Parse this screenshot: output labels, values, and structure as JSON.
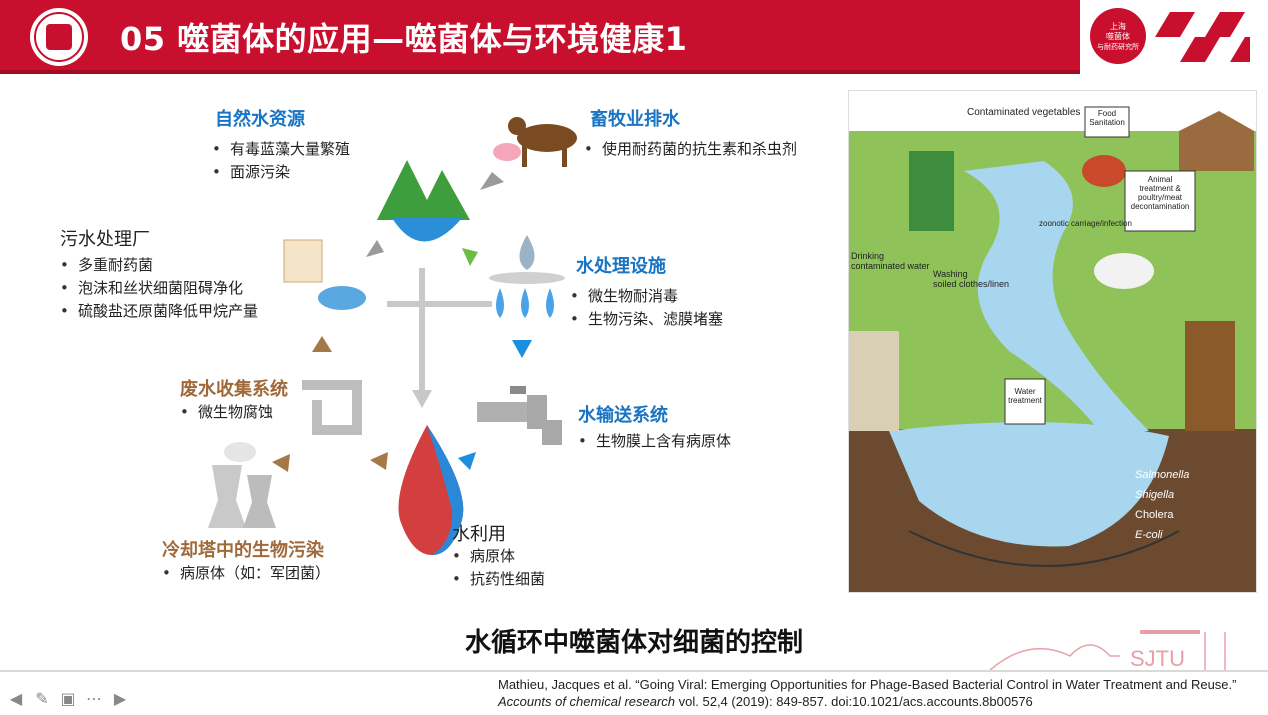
{
  "header": {
    "title": "05 噬菌体的应用—噬菌体与环境健康1",
    "logo_right_lines": [
      "上海",
      "噬菌体",
      "与耐药研究所"
    ],
    "brand_color": "#c8102e"
  },
  "diagram": {
    "natural_water": {
      "title": "自然水资源",
      "items": [
        "有毒蓝藻大量繁殖",
        "面源污染"
      ]
    },
    "livestock": {
      "title": "畜牧业排水",
      "items": [
        "使用耐药菌的抗生素和杀虫剂"
      ]
    },
    "sewage_plant": {
      "title": "污水处理厂",
      "items": [
        "多重耐药菌",
        "泡沫和丝状细菌阻碍净化",
        "硫酸盐还原菌降低甲烷产量"
      ]
    },
    "water_treatment": {
      "title": "水处理设施",
      "items": [
        "微生物耐消毒",
        "生物污染、滤膜堵塞"
      ]
    },
    "waste_collection": {
      "title": "废水收集系统",
      "items": [
        "微生物腐蚀"
      ]
    },
    "water_delivery": {
      "title": "水输送系统",
      "items": [
        "生物膜上含有病原体"
      ]
    },
    "cooling_tower": {
      "title": "冷却塔中的生物污染",
      "items": [
        "病原体（如：军团菌）"
      ]
    },
    "water_use": {
      "title": "水利用",
      "items": [
        "病原体",
        "抗药性细菌"
      ]
    }
  },
  "illustration": {
    "labels": {
      "contaminated_vegetables": "Contaminated vegetables",
      "food_sanitation": "Food\nSanitation",
      "animal_treatment": "Animal\ntreatment &\npoultry/meat\ndecontamination",
      "zoonotic": "zoonotic carriage/infection",
      "drinking": "Drinking\ncontaminated water",
      "washing": "Washing\nsoiled clothes/linen",
      "water_treatment": "Water\ntreatment",
      "salmonella": "Salmonella",
      "shigella": "Shigella",
      "cholera": "Cholera",
      "ecoli": "E-coli"
    }
  },
  "subtitle": "水循环中噬菌体对细菌的控制",
  "citation": {
    "prefix": "Mathieu, Jacques et al. “Going Viral: Emerging Opportunities for Phage-Based Bacterial Control in Water Treatment and Reuse.” ",
    "journal": "Accounts of chemical research",
    "suffix": " vol. 52,4 (2019): 849-857. doi:10.1021/acs.accounts.8b00576"
  },
  "footer_logo": "SJTU",
  "colors": {
    "blue_heading": "#1a74c4",
    "brown_heading": "#a0693a",
    "arrow_gray": "#9a9a9a",
    "arrow_green": "#6cbd45",
    "arrow_brown": "#a5784a",
    "arrow_blue": "#1a8fe0"
  }
}
